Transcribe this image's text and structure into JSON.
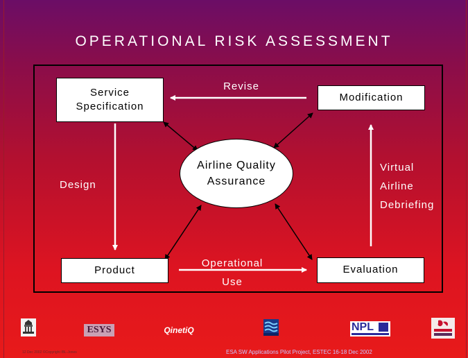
{
  "title": "OPERATIONAL RISK ASSESSMENT",
  "nodes": {
    "service_spec": "Service Specification",
    "modification": "Modification",
    "center": "Airline Quality Assurance",
    "product": "Product",
    "evaluation": "Evaluation"
  },
  "edges": {
    "revise": "Revise",
    "design": "Design",
    "operational_use": "Operational Use",
    "virtual_debriefing": "Virtual Airline Debriefing"
  },
  "logos": [
    "ucl-crest-logo",
    "ESYS",
    "QinetiQ",
    "met-office-logo",
    "NPL",
    "virgin-atlantic-logo"
  ],
  "logo_text": {
    "esys": "ESYS",
    "qinetiq": "QinetiQ",
    "npl": "NPL"
  },
  "footer": {
    "left": "12 Dec 2002 ©Copyright IBL-Jones",
    "right": "ESA SW Applications Pilot Project, ESTEC 16-18 Dec 2002"
  },
  "colors": {
    "background_top": "#6b0d66",
    "background_bottom": "#e81a1a",
    "box_fill": "#ffffff",
    "arrow_color": "#ffffff"
  }
}
